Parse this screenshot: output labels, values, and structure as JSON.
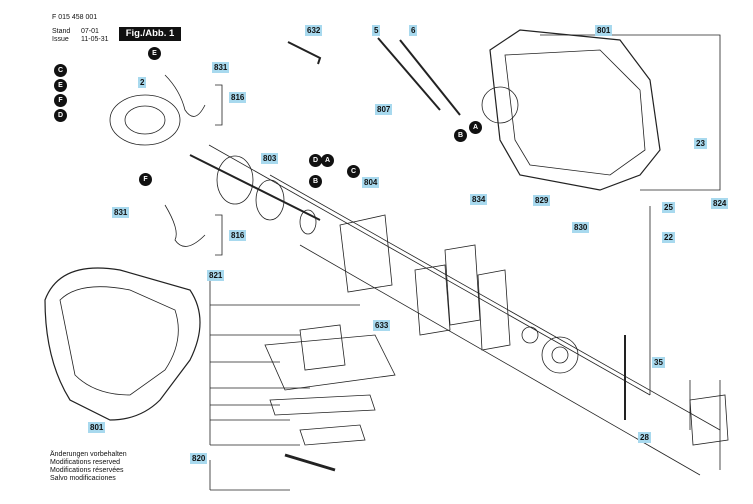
{
  "header": {
    "doc_number": "F 015 458 001",
    "stand_label": "Stand",
    "stand_value": "07-01",
    "issue_label": "Issue",
    "issue_value": "11-05-31",
    "fig_label": "Fig./Abb. 1"
  },
  "part_numbers": [
    "632",
    "5",
    "6",
    "801",
    "831",
    "2",
    "816",
    "807",
    "803",
    "804",
    "834",
    "829",
    "23",
    "824",
    "25",
    "22",
    "831",
    "816",
    "830",
    "821",
    "633",
    "35",
    "801",
    "28",
    "820"
  ],
  "circle_letters": [
    "E",
    "C",
    "E",
    "F",
    "D",
    "A",
    "B",
    "D",
    "A",
    "C",
    "B",
    "F"
  ],
  "footer": {
    "lines": [
      "Änderungen vorbehalten",
      "Modifications reserved",
      "Modifications réservées",
      "Salvo modificaciones"
    ]
  },
  "colors": {
    "label_bg": "#a8d9ee",
    "line": "#222222"
  }
}
